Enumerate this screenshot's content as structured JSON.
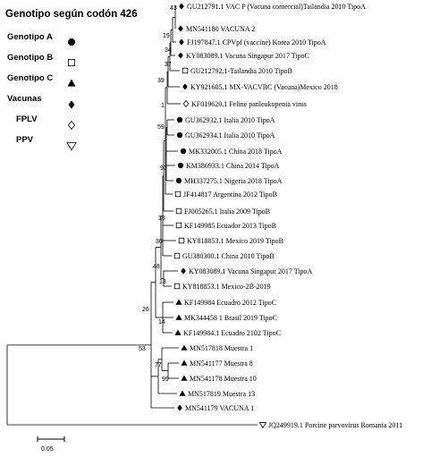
{
  "title": "Genotipo según codón 426",
  "legend": [
    {
      "label": "Genotipo A",
      "symbol": "filled-circle"
    },
    {
      "label": "Genotipo B",
      "symbol": "open-square"
    },
    {
      "label": "Genotipo C",
      "symbol": "filled-triangle"
    },
    {
      "label": "Vacunas",
      "symbol": "filled-diamond"
    },
    {
      "label": "FPLV",
      "symbol": "open-diamond"
    },
    {
      "label": "PPV",
      "symbol": "open-triangle-down"
    }
  ],
  "scale_bar": {
    "label": "0.05",
    "value": 0.05
  },
  "leaves": [
    {
      "label": "GU212791.1 VAC P (Vacuna comercial)Tailandia 2010 TipoA",
      "symbol": "filled-diamond"
    },
    {
      "label": "MN541180 VACUNA 2",
      "symbol": "filled-diamond"
    },
    {
      "label": "FJ197847.1 CPVpf (vaccine) Korea 2010 TipoA",
      "symbol": "filled-diamond"
    },
    {
      "label": "KY083089.1 Vacuna Singapur 2017 TipoC",
      "symbol": "filled-diamond"
    },
    {
      "label": "GU212792.1-Tailandia 2010 TipoB",
      "symbol": "open-square"
    },
    {
      "label": "KY921605.1 MX-VACVBC (Vacuna)Mexico 2018",
      "symbol": "filled-diamond"
    },
    {
      "label": "KF019620.1 Feline panleukopenia virus",
      "symbol": "open-diamond"
    },
    {
      "label": "GU362932.1 Italia 2010 TipoA",
      "symbol": "filled-circle"
    },
    {
      "label": "GU362934.1 Italia 2010 TipoA",
      "symbol": "filled-circle"
    },
    {
      "label": "MK332005.1 China 2018 TipoA",
      "symbol": "filled-circle"
    },
    {
      "label": "KM386933.1 China 2014 TipoA",
      "symbol": "filled-circle"
    },
    {
      "label": "MH337275.1 Nigeria 2018 TipoA",
      "symbol": "filled-circle"
    },
    {
      "label": "JF414817 Argentina 2012 TipoB",
      "symbol": "open-square"
    },
    {
      "label": "FJ005265.1 Italia 2009 TipoB",
      "symbol": "open-square"
    },
    {
      "label": "KF149985 Ecuador 2013 TipoB",
      "symbol": "open-square"
    },
    {
      "label": "KY818853.1 Mexico 2019 TipoB",
      "symbol": "open-square"
    },
    {
      "label": "GU380300.1 China 2010 TipoB",
      "symbol": "open-square"
    },
    {
      "label": "KY083089.1 Vacuna Singapur 2017 TipoA",
      "symbol": "filled-diamond"
    },
    {
      "label": "KY818853.1 Mexico-2B-2019",
      "symbol": "open-square"
    },
    {
      "label": "KF149984 Ecuadro 2012 TipoC",
      "symbol": "filled-triangle"
    },
    {
      "label": "MK344458 1 Brasil 2019 TipoC",
      "symbol": "filled-triangle"
    },
    {
      "label": "KF149984.1 Ecuadro 2102 TipoC",
      "symbol": "filled-triangle"
    },
    {
      "label": "MN517818 Muestra 1",
      "symbol": "filled-triangle"
    },
    {
      "label": "MN541177 Muestra 8",
      "symbol": "filled-triangle"
    },
    {
      "label": "MN541178 Muestra 10",
      "symbol": "filled-triangle"
    },
    {
      "label": "MN517819 Muestra 13",
      "symbol": "filled-triangle"
    },
    {
      "label": "MN541179 VACUNA 1",
      "symbol": "filled-diamond"
    },
    {
      "label": "JQ249919.1 Porcine parvovirus Romania 2011",
      "symbol": "open-triangle-down"
    }
  ],
  "bootstrap": [
    "43",
    "19",
    "34",
    "37",
    "39",
    "1",
    "59",
    "97",
    "18",
    "30",
    "48",
    "13",
    "26",
    "14",
    "53",
    "77",
    "99"
  ]
}
